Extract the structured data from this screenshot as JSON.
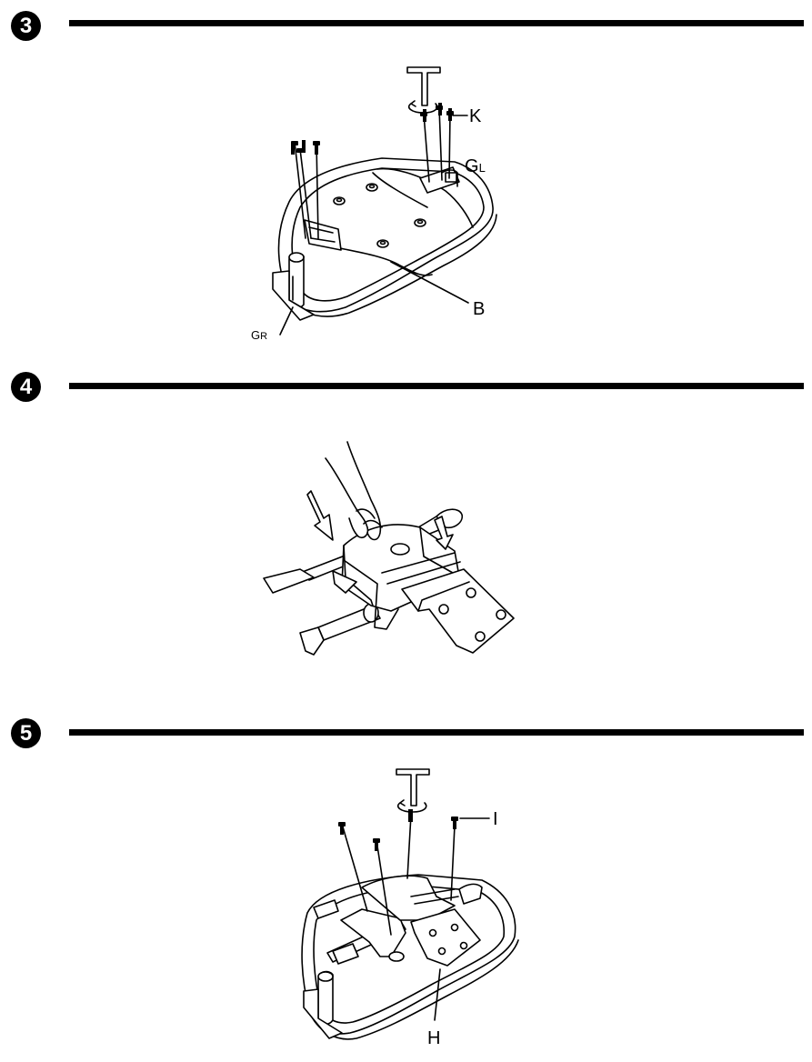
{
  "steps": [
    {
      "number": "3",
      "labels": {
        "k": "K",
        "gl_main": "G",
        "gl_sub": "L",
        "b": "B",
        "gr_main": "G",
        "gr_sub": "R"
      }
    },
    {
      "number": "4",
      "labels": {}
    },
    {
      "number": "5",
      "labels": {
        "i": "I",
        "h": "H"
      }
    }
  ],
  "icons": [
    "allen-key-icon",
    "rotation-arrow-icon",
    "screw-icon",
    "press-down-arrow-icon",
    "hand-icon"
  ]
}
